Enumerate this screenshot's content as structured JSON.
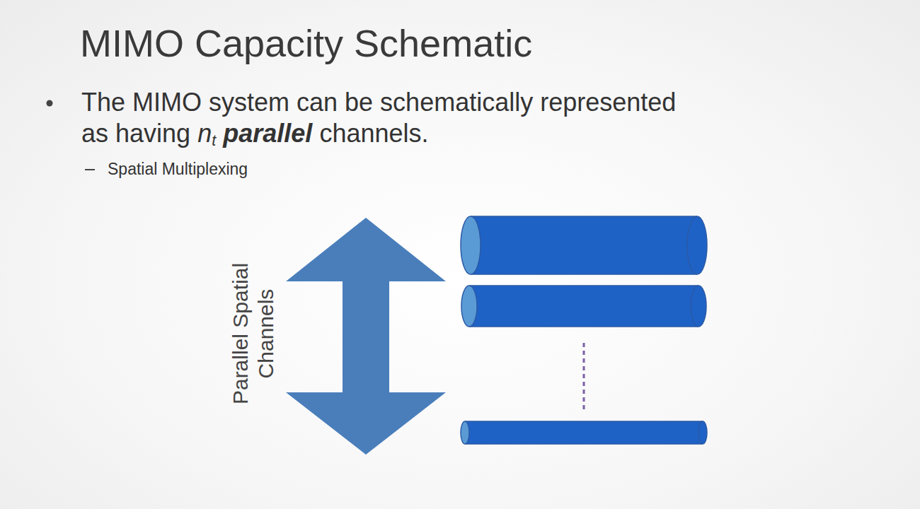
{
  "diagram": {
    "title": "MIMO Capacity Schematic",
    "labels": [
      "The MIMO system can be schematically represented",
      "as having",
      "n",
      "t",
      "parallel",
      "channels.",
      "Spatial Multiplexing",
      "Parallel Spatial Channels"
    ]
  }
}
